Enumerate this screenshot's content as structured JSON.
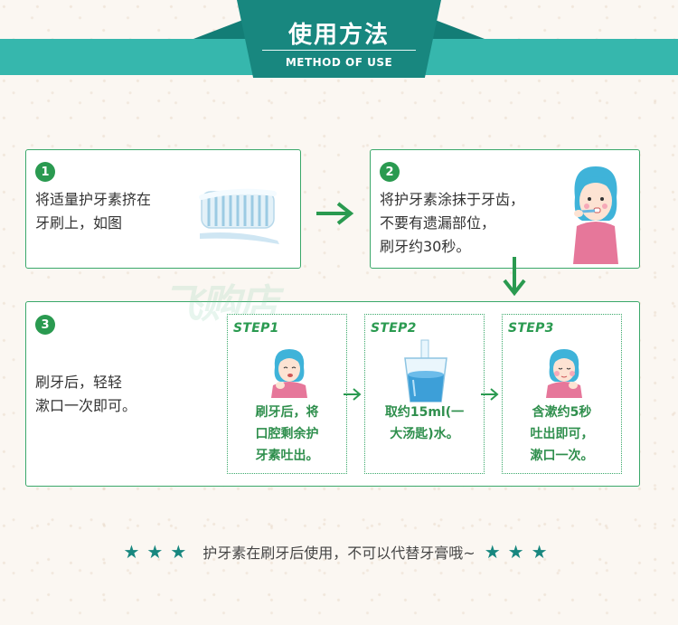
{
  "header": {
    "title": "使用方法",
    "subtitle": "METHOD OF USE"
  },
  "watermark": "飞购店",
  "steps": [
    {
      "number": "1",
      "text": "将适量护牙素挤在\n牙刷上，如图"
    },
    {
      "number": "2",
      "text": "将护牙素涂抹于牙齿，\n不要有遗漏部位，\n刷牙约30秒。"
    },
    {
      "number": "3",
      "text": "刷牙后，轻轻\n漱口一次即可。"
    }
  ],
  "substeps": [
    {
      "label": "STEP1",
      "text": "刷牙后，将\n口腔剩余护\n牙素吐出。"
    },
    {
      "label": "STEP2",
      "text": "取约15ml(一\n大汤匙)水。"
    },
    {
      "label": "STEP3",
      "text": "含漱约5秒\n吐出即可，\n漱口一次。"
    }
  ],
  "footer": {
    "left_stars": "★★★",
    "text": "护牙素在刷牙后使用，不可以代替牙膏哦~",
    "right_stars": "★★★"
  },
  "colors": {
    "teal_band": "#36b7ad",
    "teal_dark": "#18877f",
    "green": "#2a9a50",
    "box_border": "#3aa86a",
    "background": "#fbf7f2"
  }
}
